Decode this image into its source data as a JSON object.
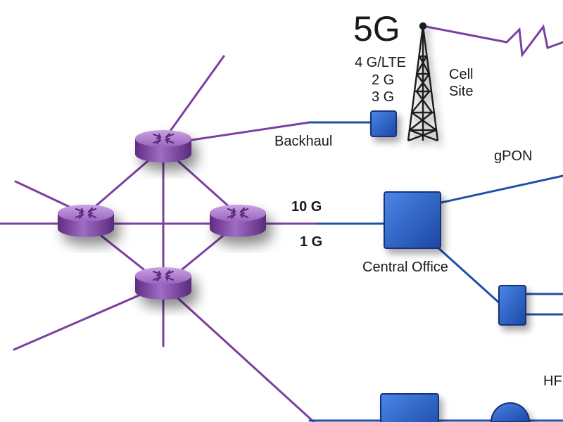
{
  "labels": {
    "gen_5g": "5G",
    "gen_4g": "4 G/LTE",
    "gen_2g": "2 G",
    "gen_3g": "3 G",
    "cell_line1": "Cell",
    "cell_line2": "Site",
    "backhaul": "Backhaul",
    "gpon": "gPON",
    "speed_10g": "10 G",
    "speed_1g": "1 G",
    "central_office": "Central Office",
    "hfc_partial": "HF"
  },
  "colors": {
    "purple_link": "#7b3fa0",
    "blue_link": "#1f4fa8",
    "router_body": "#8a52b0",
    "router_top": "#a874cb",
    "box_fill": "#2a63c8",
    "box_edge": "#12307a"
  },
  "icons": {
    "router": "router-icon",
    "tower": "cell-tower-icon",
    "node": "network-node-icon"
  }
}
